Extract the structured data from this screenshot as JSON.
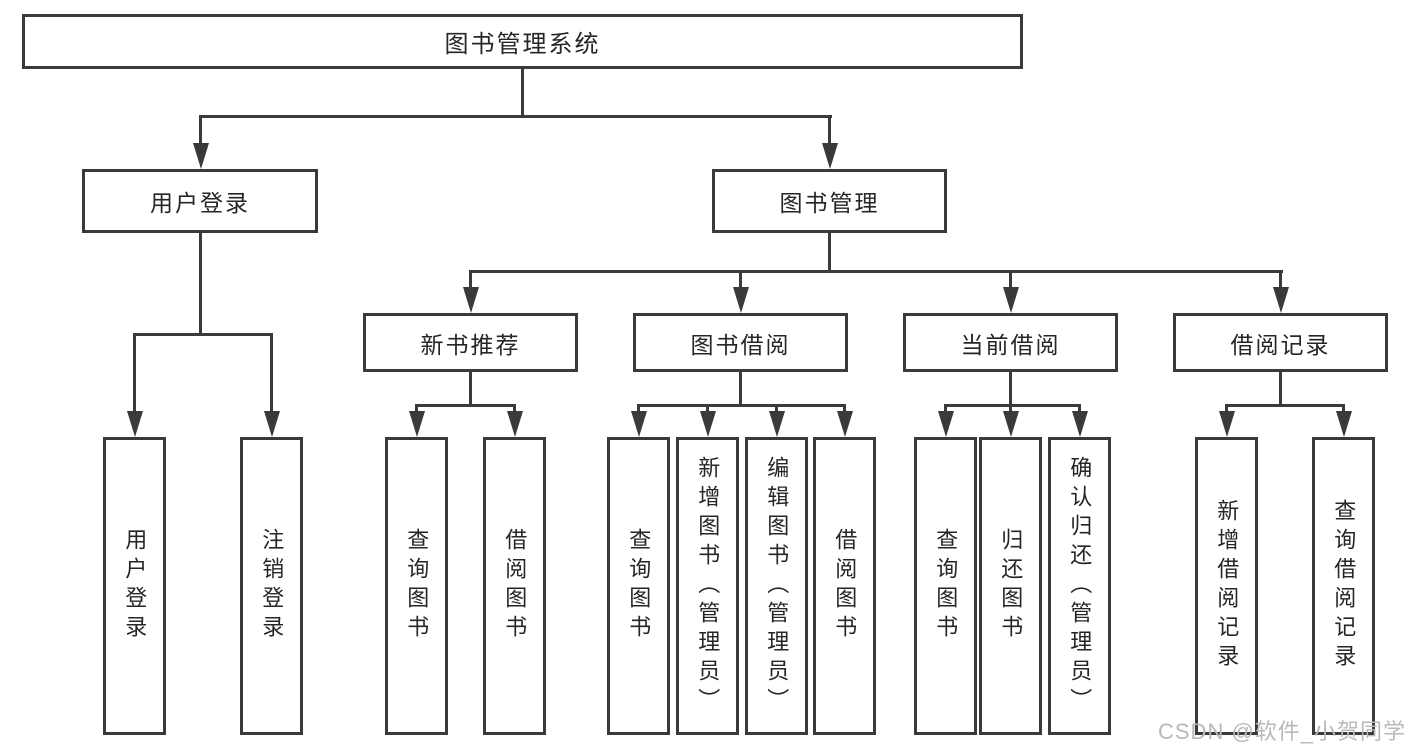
{
  "diagram": {
    "title": "图书管理系统",
    "level2": {
      "user_login": "用户登录",
      "book_mgmt": "图书管理"
    },
    "level3": {
      "new_books": "新书推荐",
      "book_borrow": "图书借阅",
      "current_borrow": "当前借阅",
      "borrow_records": "借阅记录"
    },
    "leaves": {
      "user_login_leaf": "用户登录",
      "logout_leaf": "注销登录",
      "nb_query_books": "查询图书",
      "nb_borrow_books": "借阅图书",
      "bb_query_books": "查询图书",
      "bb_add_books": "新增图书（管理员）",
      "bb_edit_books": "编辑图书（管理员）",
      "bb_borrow_books": "借阅图书",
      "cb_query_books": "查询图书",
      "cb_return_books": "归还图书",
      "cb_confirm_return": "确认归还（管理员）",
      "br_add_record": "新增借阅记录",
      "br_query_record": "查询借阅记录"
    },
    "watermark": "CSDN @软件_小贺同学",
    "colors": {
      "line": "#3a3a3a",
      "box_border": "#3a3a3a",
      "text": "#262626",
      "background": "#ffffff",
      "watermark": "#b9b9b9"
    }
  }
}
